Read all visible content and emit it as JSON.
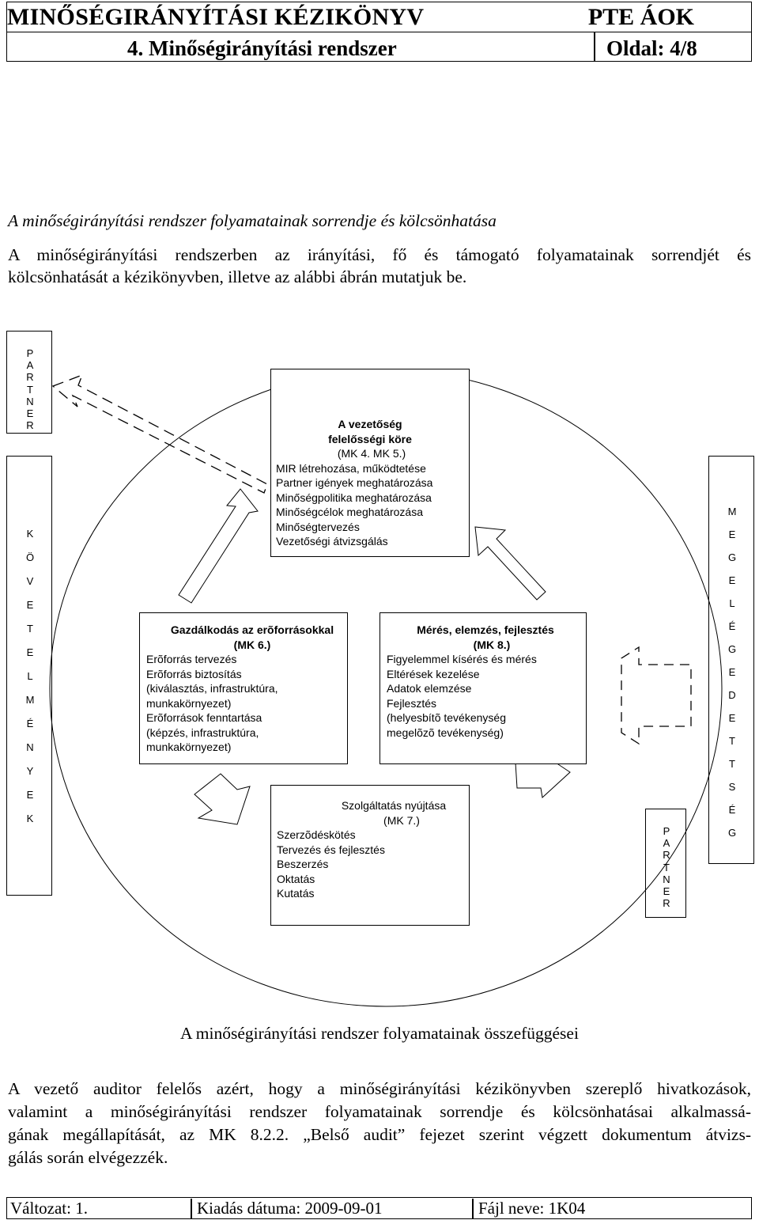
{
  "header": {
    "title": "MINŐSÉGIRÁNYÍTÁSI KÉZIKÖNYV",
    "institution": "PTE ÁOK",
    "chapter": "4. Minőségirányítási rendszer",
    "page": "Oldal: 4/8"
  },
  "section": {
    "heading": "A minőségirányítási rendszer folyamatainak sorrendje és kölcsönhatása",
    "intro_line1": "A minőségirányítási rendszerben az irányítási, fő és támogató folyamatainak sorrendjét és",
    "intro_line2": "kölcsönhatását a kézikönyvben, illetve az alábbi ábrán mutatjuk be."
  },
  "diagram": {
    "partner_top": [
      "P",
      "A",
      "R",
      "T",
      "N",
      "E",
      "R"
    ],
    "left_requirements": [
      "K",
      "Ö",
      "V",
      "E",
      "T",
      "E",
      "L",
      "M",
      "É",
      "N",
      "Y",
      "E",
      "K"
    ],
    "right_satisfaction": [
      "M",
      "E",
      "G",
      "E",
      "L",
      "É",
      "G",
      "E",
      "D",
      "E",
      "T",
      "T",
      "S",
      "É",
      "G"
    ],
    "partner_bottom": [
      "P",
      "A",
      "R",
      "T",
      "N",
      "E",
      "R"
    ],
    "management": {
      "title1": "A vezetőség",
      "title2": "felelősségi köre",
      "title3": "(MK 4. MK 5.)",
      "items": [
        "MIR létrehozása, működtetése",
        "Partner igények meghatározása",
        "Minőségpolitika meghatározása",
        "Minőségcélok meghatározása",
        "Minőségtervezés",
        "Vezetőségi átvizsgálás"
      ]
    },
    "resources": {
      "title1": "Gazdálkodás az erõforrásokkal",
      "title2": "(MK 6.)",
      "items": [
        "Erõforrás tervezés",
        "Erõforrás biztosítás",
        "(kiválasztás, infrastruktúra,",
        "munkakörnyezet)",
        "Erõforrások fenntartása",
        "(képzés, infrastruktúra,",
        "munkakörnyezet)"
      ]
    },
    "measurement": {
      "title1": "Mérés, elemzés,  fejlesztés",
      "title2": "(MK 8.)",
      "items": [
        "Figyelemmel kísérés és mérés",
        "Eltérések kezelése",
        "Adatok elemzése",
        "Fejlesztés",
        "(helyesbítõ tevékenység",
        "megelõzõ tevékenység)"
      ]
    },
    "service": {
      "title1": "Szolgáltatás nyújtása",
      "title2": "(MK 7.)",
      "items": [
        "Szerzõdéskötés",
        "Tervezés és fejlesztés",
        "Beszerzés",
        "Oktatás",
        "Kutatás"
      ]
    },
    "caption": "A minőségirányítási rendszer folyamatainak összefüggései"
  },
  "closing": {
    "line1": "A vezető auditor felelős azért, hogy a minőségirányítási kézikönyvben szereplő hivatkozások,",
    "line2": "valamint a minőségirányítási rendszer folyamatainak sorrendje és kölcsönhatásai alkalmassá-",
    "line3": "gának megállapítását, az MK 8.2.2. „Belső audit” fejezet szerint végzett dokumentum átvizs-",
    "line4": "gálás során elvégezzék."
  },
  "footer": {
    "version": "Változat: 1.",
    "issue_date": "Kiadás dátuma: 2009-09-01",
    "file_name": "Fájl neve: 1K04"
  }
}
